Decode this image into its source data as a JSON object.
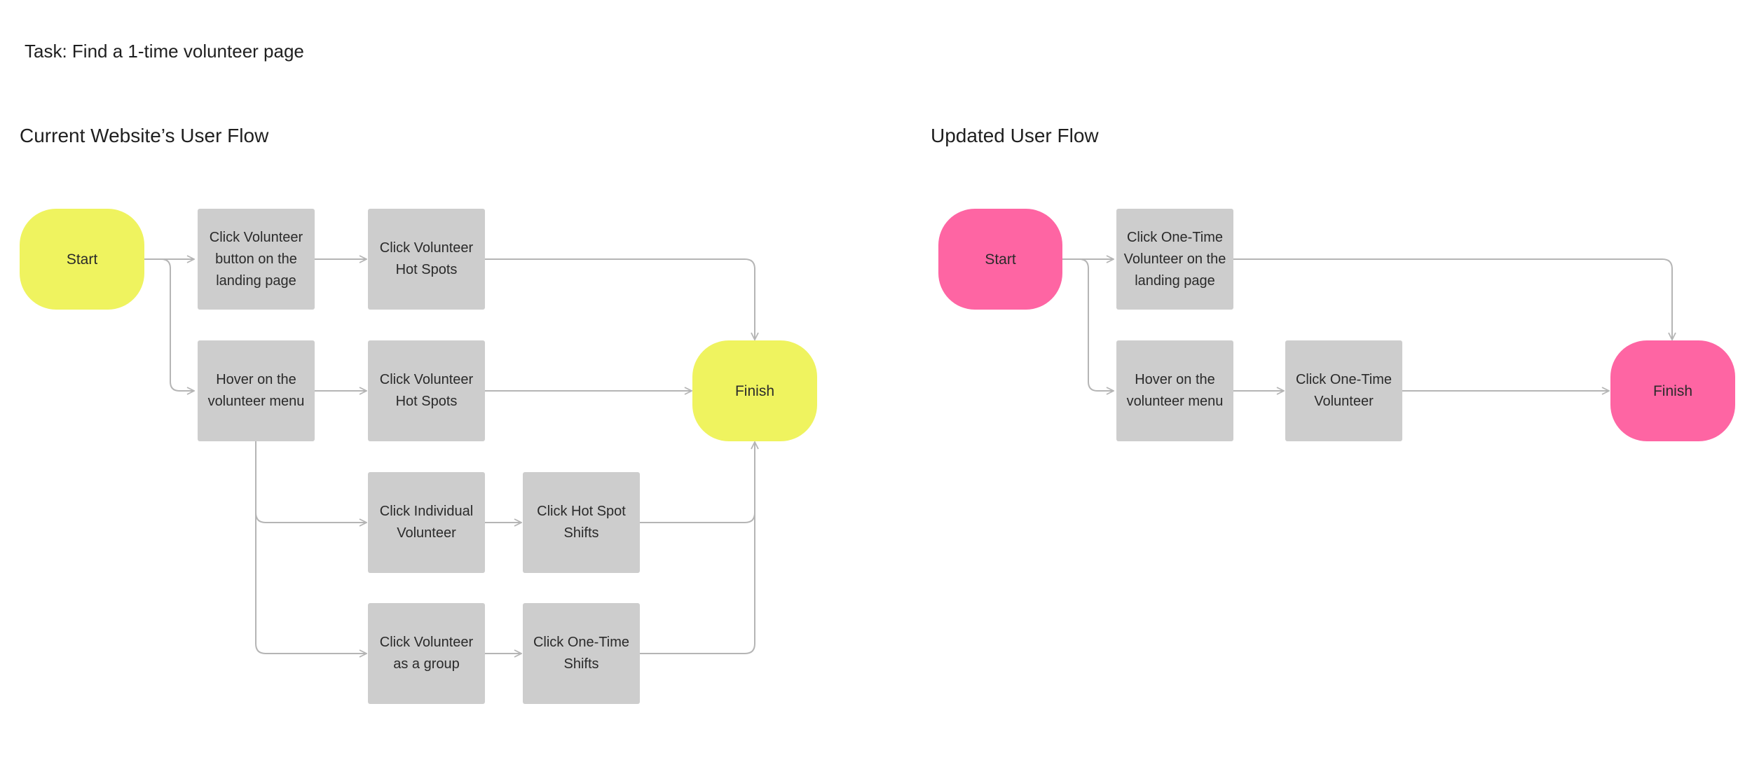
{
  "task_title": "Task: Find a 1-time volunteer page",
  "colors": {
    "current_terminal": "#eff35f",
    "updated_terminal": "#fe65a3",
    "step_box": "#cdcdcd",
    "connector": "#b5b5b5"
  },
  "current_flow": {
    "title": "Current Website’s User Flow",
    "start": "Start",
    "finish": "Finish",
    "click_volunteer_button": "Click Volunteer button on the landing page",
    "hot_spots_top": "Click Volunteer Hot Spots",
    "hover_menu": "Hover on the volunteer menu",
    "hot_spots_middle": "Click Volunteer Hot Spots",
    "click_individual": "Click Individual Volunteer",
    "hot_spot_shifts": "Click Hot Spot Shifts",
    "volunteer_group": "Click Volunteer as a group",
    "one_time_shifts": "Click One-Time Shifts"
  },
  "updated_flow": {
    "title": "Updated User Flow",
    "start": "Start",
    "finish": "Finish",
    "click_one_time_landing": "Click One-Time Volunteer on the landing page",
    "hover_menu": "Hover on the volunteer menu",
    "click_one_time": "Click One-Time Volunteer"
  }
}
